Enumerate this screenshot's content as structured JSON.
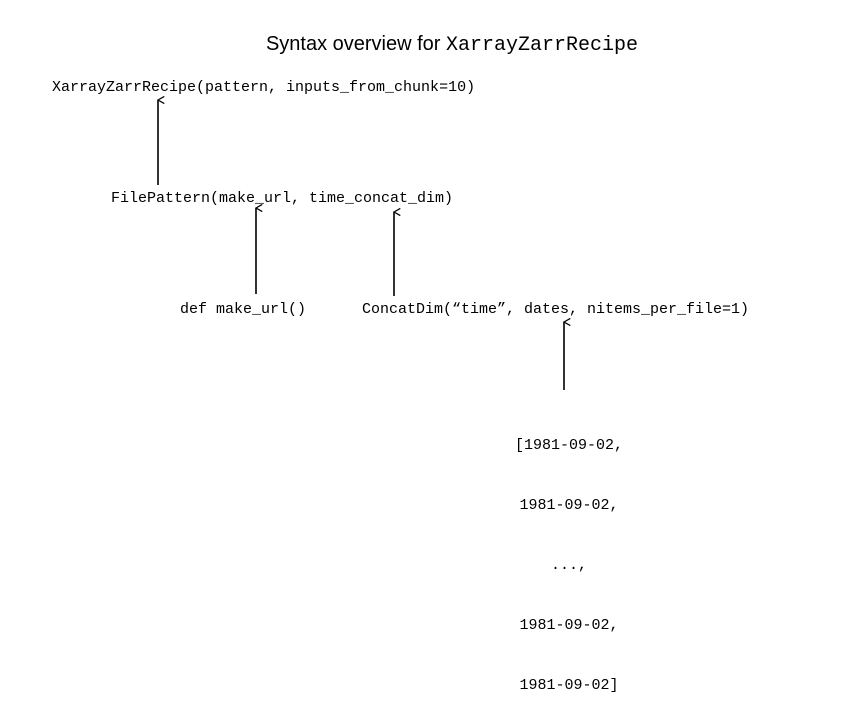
{
  "title": {
    "prefix": "Syntax overview for ",
    "code": "XarrayZarrRecipe"
  },
  "nodes": {
    "recipe": "XarrayZarrRecipe(pattern, inputs_from_chunk=10)",
    "file_pattern": "FilePattern(make_url, time_concat_dim)",
    "make_url": "def make_url()",
    "concat_dim": "ConcatDim(“time”, dates, nitems_per_file=1)",
    "dates": [
      "[1981-09-02,",
      "1981-09-02,",
      "...,",
      "1981-09-02,",
      "1981-09-02]"
    ]
  }
}
